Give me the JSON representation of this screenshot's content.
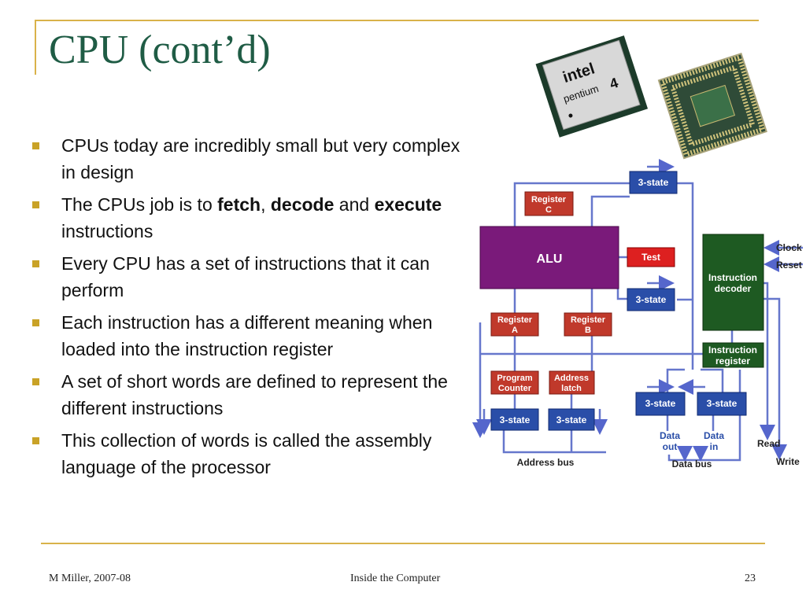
{
  "slide": {
    "title": "CPU (cont’d)",
    "bullets": [
      {
        "parts": [
          {
            "text": "CPUs today are incredibly small but very complex in design",
            "bold": false
          }
        ]
      },
      {
        "parts": [
          {
            "text": "The CPUs job is to ",
            "bold": false
          },
          {
            "text": "fetch",
            "bold": true
          },
          {
            "text": ", ",
            "bold": false
          },
          {
            "text": "decode",
            "bold": true
          },
          {
            "text": " and ",
            "bold": false
          },
          {
            "text": "execute",
            "bold": true
          },
          {
            "text": " instructions",
            "bold": false
          }
        ]
      },
      {
        "parts": [
          {
            "text": "Every CPU has a set of instructions that it can perform",
            "bold": false
          }
        ]
      },
      {
        "parts": [
          {
            "text": "Each instruction has a different meaning when loaded into the instruction register",
            "bold": false
          }
        ]
      },
      {
        "parts": [
          {
            "text": "A set of short words are defined to represent the different instructions",
            "bold": false
          }
        ]
      },
      {
        "parts": [
          {
            "text": "This collection of words is called the assembly language of the processor",
            "bold": false
          }
        ]
      }
    ]
  },
  "chip": {
    "brand": "intel",
    "model": "pentium",
    "version": "4"
  },
  "diagram": {
    "blocks": {
      "register_c": [
        "Register",
        "C"
      ],
      "alu": "ALU",
      "test": "Test",
      "register_a": [
        "Register",
        "A"
      ],
      "register_b": [
        "Register",
        "B"
      ],
      "program_counter": [
        "Program",
        "Counter"
      ],
      "address_latch": [
        "Address",
        "latch"
      ],
      "instruction_decoder": [
        "Instruction",
        "decoder"
      ],
      "instruction_register": [
        "Instruction",
        "register"
      ],
      "tristate_top": "3-state",
      "tristate_mid": "3-state",
      "tristate_pc": "3-state",
      "tristate_al": "3-state",
      "tristate_out": "3-state",
      "tristate_in": "3-state"
    },
    "labels": {
      "clock": "Clock",
      "reset": "Reset",
      "data_out": [
        "Data",
        "out"
      ],
      "data_in": [
        "Data",
        "in"
      ],
      "data_bus": "Data bus",
      "address_bus": "Address bus",
      "read": "Read",
      "write": "Write"
    }
  },
  "footer": {
    "author": "M Miller, 2007-08",
    "center": "Inside the Computer",
    "page": "23"
  },
  "colors": {
    "title": "#1f5c45",
    "rule": "#d9b24a",
    "bullet": "#c9a227",
    "register_red": "#c0392b",
    "alu_purple": "#7a1a7a",
    "tristate_blue": "#2a4ea8",
    "decoder_green": "#1e5a22",
    "wire": "#6677cc"
  }
}
